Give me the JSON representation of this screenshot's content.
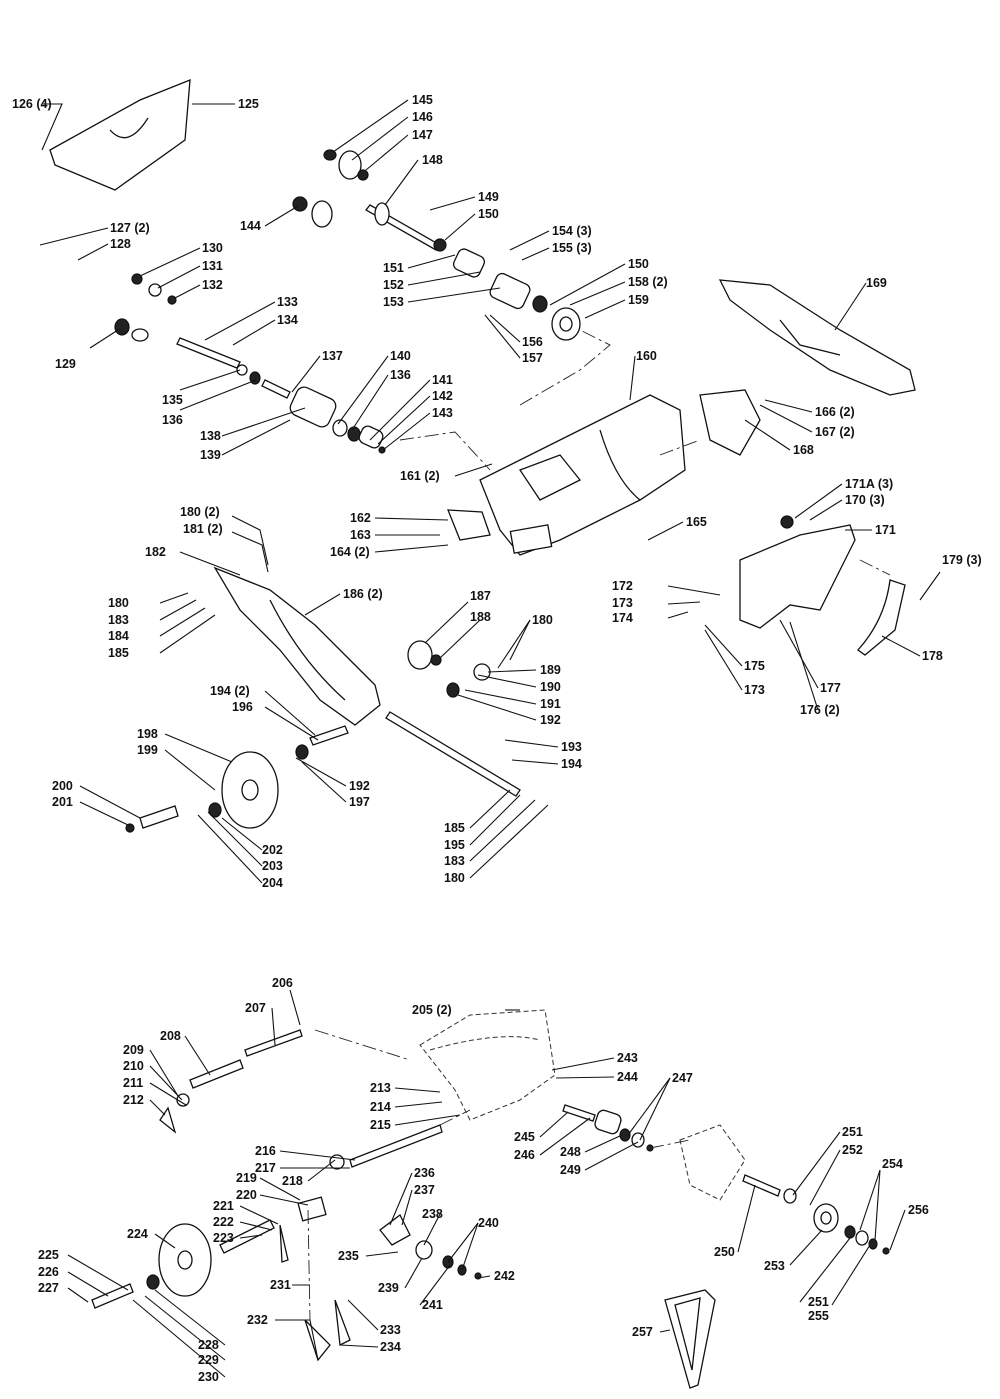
{
  "callouts": {
    "c126": "126 (4)",
    "c125": "125",
    "c127": "127 (2)",
    "c128": "128",
    "c145": "145",
    "c146": "146",
    "c147": "147",
    "c148": "148",
    "c144": "144",
    "c149": "149",
    "c150a": "150",
    "c150b": "150",
    "c151": "151",
    "c152": "152",
    "c153": "153",
    "c154": "154 (3)",
    "c155": "155 (3)",
    "c156": "156",
    "c157": "157",
    "c158": "158 (2)",
    "c159": "159",
    "c130": "130",
    "c131": "131",
    "c132": "132",
    "c129": "129",
    "c133": "133",
    "c134": "134",
    "c135": "135",
    "c136a": "136",
    "c136b": "136",
    "c137": "137",
    "c138": "138",
    "c139": "139",
    "c140": "140",
    "c141": "141",
    "c142": "142",
    "c143": "143",
    "c160": "160",
    "c161": "161 (2)",
    "c162": "162",
    "c163": "163",
    "c164": "164 (2)",
    "c165": "165",
    "c169": "169",
    "c166": "166 (2)",
    "c167": "167 (2)",
    "c168": "168",
    "c171a": "171A (3)",
    "c170": "170 (3)",
    "c171": "171",
    "c179": "179 (3)",
    "c172": "172",
    "c173a": "173",
    "c174": "174",
    "c175": "175",
    "c173b": "173",
    "c177": "177",
    "c176": "176 (2)",
    "c178": "178",
    "c180a": "180 (2)",
    "c181": "181 (2)",
    "c182": "182",
    "c180b": "180",
    "c183a": "183",
    "c184": "184",
    "c185a": "185",
    "c186": "186 (2)",
    "c187": "187",
    "c188": "188",
    "c180c": "180",
    "c189": "189",
    "c190": "190",
    "c191": "191",
    "c192a": "192",
    "c194a": "194 (2)",
    "c196": "196",
    "c198": "198",
    "c199": "199",
    "c200": "200",
    "c201": "201",
    "c192b": "192",
    "c197": "197",
    "c193": "193",
    "c194b": "194",
    "c202": "202",
    "c203": "203",
    "c204": "204",
    "c185b": "185",
    "c195": "195",
    "c183b": "183",
    "c180d": "180",
    "c206": "206",
    "c207": "207",
    "c208": "208",
    "c205": "205 (2)",
    "c209": "209",
    "c210": "210",
    "c211": "211",
    "c212": "212",
    "c243": "243",
    "c244": "244",
    "c247": "247",
    "c213": "213",
    "c214": "214",
    "c215": "215",
    "c245": "245",
    "c246": "246",
    "c248": "248",
    "c249": "249",
    "c216": "216",
    "c217": "217",
    "c218": "218",
    "c251a": "251",
    "c252": "252",
    "c254": "254",
    "c219": "219",
    "c220": "220",
    "c236": "236",
    "c237": "237",
    "c221": "221",
    "c222": "222",
    "c223": "223",
    "c224": "224",
    "c238": "238",
    "c240": "240",
    "c256": "256",
    "c225": "225",
    "c226": "226",
    "c227": "227",
    "c235": "235",
    "c239": "239",
    "c242": "242",
    "c241": "241",
    "c250": "250",
    "c253": "253",
    "c251b": "251",
    "c255": "255",
    "c231": "231",
    "c232": "232",
    "c233": "233",
    "c234": "234",
    "c228": "228",
    "c229": "229",
    "c230": "230",
    "c257": "257"
  }
}
